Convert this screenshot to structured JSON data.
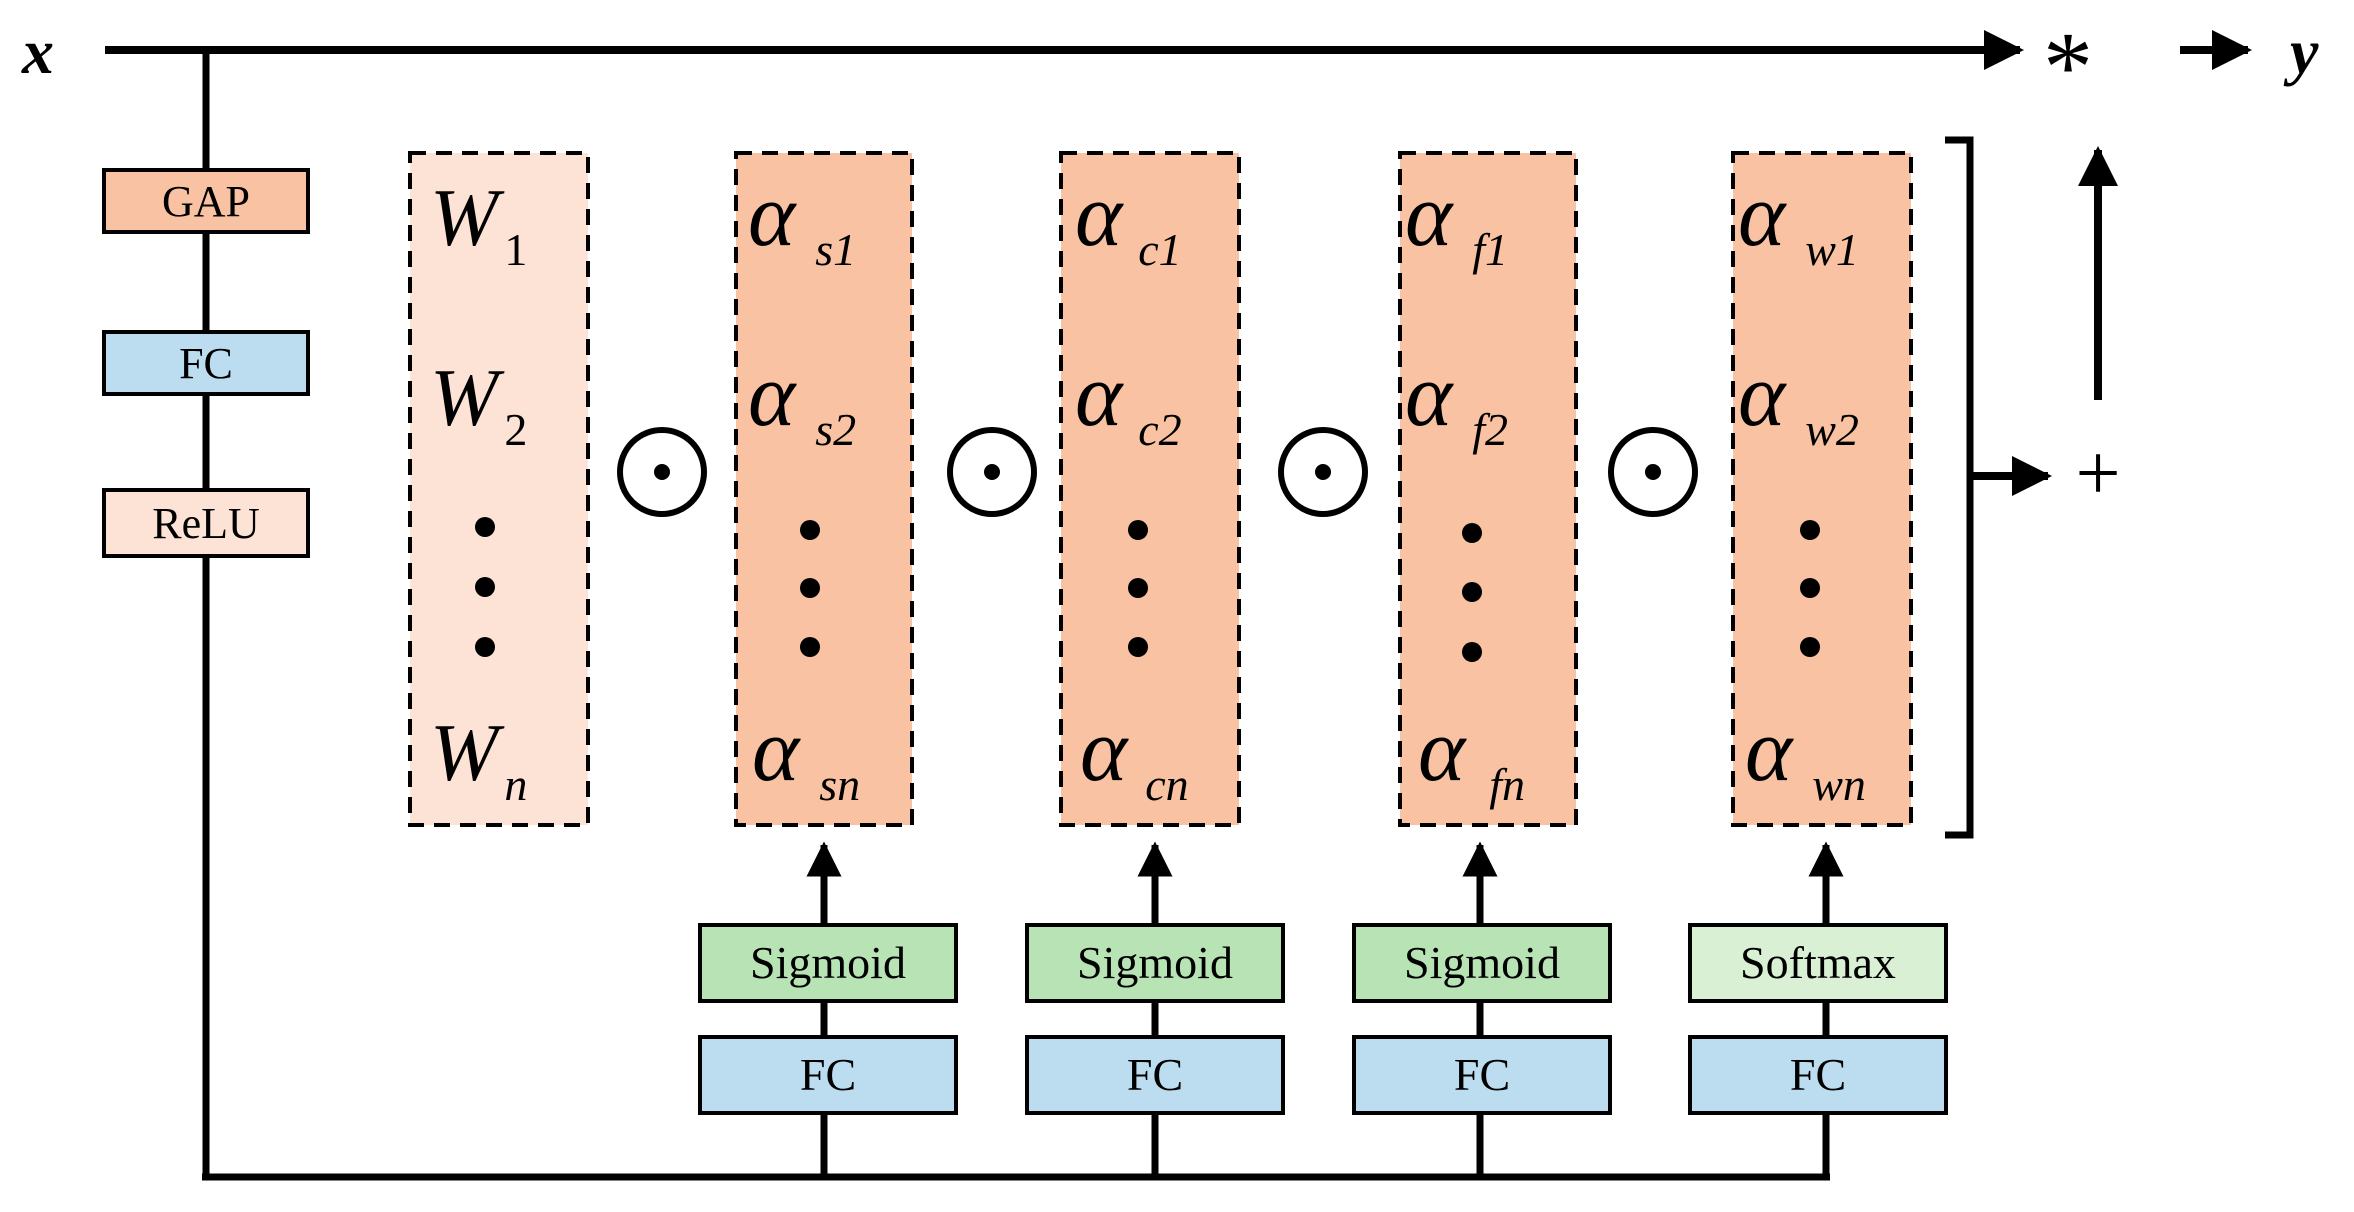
{
  "input_label": "x",
  "output_label": "y",
  "multiply_symbol": "*",
  "plus_symbol": "+",
  "hadamard_symbol": "⊙",
  "stem_blocks": [
    "GAP",
    "FC",
    "ReLU"
  ],
  "weight_column": {
    "base": "W",
    "subscripts": [
      "1",
      "2",
      "n"
    ]
  },
  "attention_columns": [
    {
      "base": "α",
      "subscripts": [
        "s1",
        "s2",
        "sn"
      ],
      "activation": "Sigmoid",
      "fc": "FC"
    },
    {
      "base": "α",
      "subscripts": [
        "c1",
        "c2",
        "cn"
      ],
      "activation": "Sigmoid",
      "fc": "FC"
    },
    {
      "base": "α",
      "subscripts": [
        "f1",
        "f2",
        "fn"
      ],
      "activation": "Sigmoid",
      "fc": "FC"
    },
    {
      "base": "α",
      "subscripts": [
        "w1",
        "w2",
        "wn"
      ],
      "activation": "Softmax",
      "fc": "FC"
    }
  ],
  "colors": {
    "gap": "#f8c2a3",
    "fc": "#bcdcf0",
    "relu": "#fde3d6",
    "weight_fill": "#fde3d6",
    "alpha_fill": "#f8c2a3",
    "sigmoid": "#b7e3b5",
    "softmax": "#d9f0d5",
    "line": "#000000"
  }
}
